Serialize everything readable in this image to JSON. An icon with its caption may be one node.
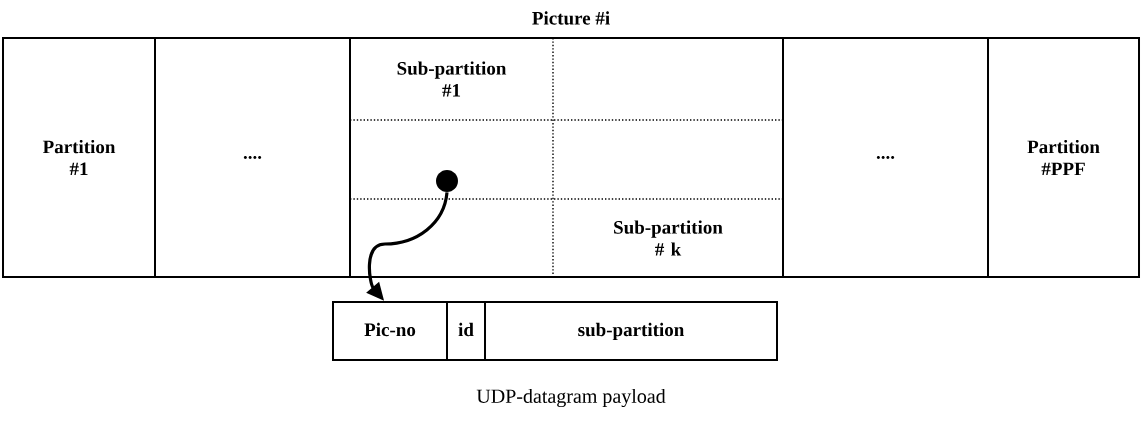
{
  "diagram": {
    "title": "Picture #i",
    "caption": "UDP-datagram payload",
    "nodes": [
      {
        "text": [
          "Partition #1"
        ]
      },
      {
        "text": [
          "...."
        ]
      },
      {
        "text": [
          "Sub-partition #1"
        ]
      },
      {
        "text": [
          "Sub-partition # k"
        ]
      },
      {
        "text": [
          "...."
        ]
      },
      {
        "text": [
          "Partition #PPF"
        ]
      },
      {
        "text": [],
        "shape": "circle"
      },
      {
        "text": [
          "Pic-no"
        ]
      },
      {
        "text": [
          "id"
        ]
      },
      {
        "text": [
          "sub-partition"
        ]
      }
    ],
    "edges": [
      {
        "from": 6,
        "to": 7,
        "arrow": "to"
      }
    ]
  }
}
